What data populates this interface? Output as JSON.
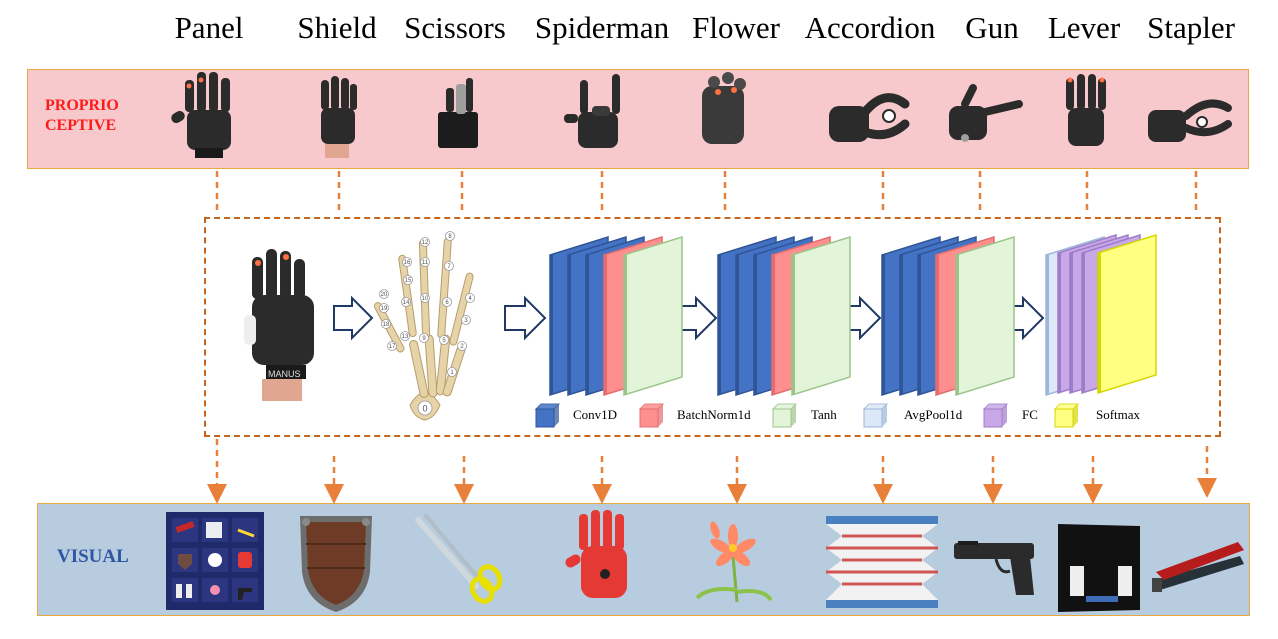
{
  "gestures": [
    "Panel",
    "Shield",
    "Scissors",
    "Spiderman",
    "Flower",
    "Accordion",
    "Gun",
    "Lever",
    "Stapler"
  ],
  "bands": {
    "proprioceptive_label": "PROPRIO\nCEPTIVE",
    "proprioceptive_line1": "PROPRIO",
    "proprioceptive_line2": "CEPTIVE",
    "visual_label": "VISUAL"
  },
  "hand_keypoints": [
    "0",
    "1",
    "2",
    "3",
    "4",
    "5",
    "6",
    "7",
    "8",
    "9",
    "10",
    "11",
    "12",
    "13",
    "14",
    "15",
    "16",
    "17",
    "18",
    "19",
    "20"
  ],
  "glove_brand": "MANUS",
  "legend": [
    {
      "label": "Conv1D",
      "color": "#4472c4"
    },
    {
      "label": "BatchNorm1d",
      "color": "#ff8f8f"
    },
    {
      "label": "Tanh",
      "color": "#e2f5d9"
    },
    {
      "label": "AvgPool1d",
      "color": "#dce8f7"
    },
    {
      "label": "FC",
      "color": "#c9a8e8"
    },
    {
      "label": "Softmax",
      "color": "#ffff80"
    }
  ],
  "colors": {
    "proprio_band": "#f7c9cc",
    "visual_band": "#b8cce0",
    "band_border": "#e8a940",
    "dash_orange": "#c8651b",
    "arrow_orange": "#e8803a"
  }
}
